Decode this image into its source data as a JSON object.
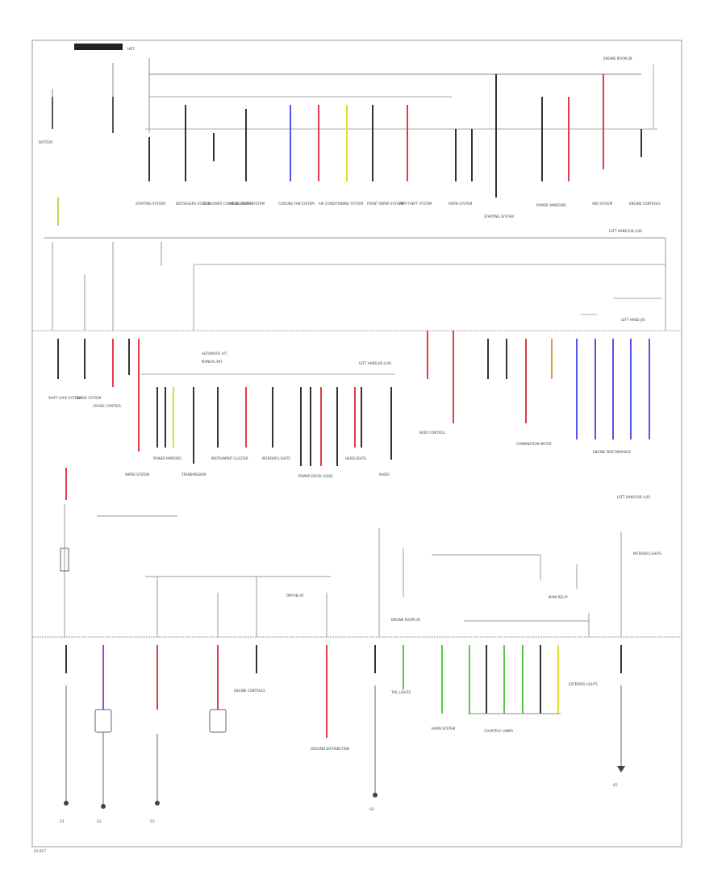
{
  "header": {
    "battery_label": "BATTERY",
    "hot_label": "HOT",
    "top_right_label": "ENGINE ROOM J/B"
  },
  "junction_boxes": {
    "upper_right_label": "LEFT HAND R/B (L/R)",
    "middle_right_label": "LEFT HAND J/B (L/H)",
    "lower_right_label": "LEFT HAND R/B (L/R)"
  },
  "legend": {
    "line1": "AUTOMATIC A/T",
    "line2": "MANUAL M/T"
  },
  "relay_labels": {
    "dim_relay": "DIM RELAY",
    "eng_w_pump": "ENGINE ROOM J/B",
    "main_relay": "MAIN RELAY",
    "right_box_relay": "LEFT HAND J/B"
  },
  "footer": {
    "code": "03-02-T"
  },
  "systems": {
    "row1": [
      "STARTING SYSTEM",
      "DEFOGGERS SYSTEM",
      "EL BLOWER CONTROL SYSTEM",
      "HEADLIGHTS SYSTEM",
      "COOLING FAN SYSTEM",
      "AIR CONDITIONING SYSTEM",
      "FRONT WIPER SYSTEM",
      "ANTI-THEFT SYSTEM",
      "HORN SYSTEM",
      "STARTING SYSTEM",
      "POWER WINDOWS",
      "ABS SYSTEM",
      "ENGINE CONTROLS"
    ],
    "row2": [
      "SHIFT LOCK SYSTEM",
      "AUDIO SYSTEM",
      "CRUISE CONTROL",
      "WIPER SYSTEM",
      "POWER MIRRORS",
      "TRANSMISSION",
      "INSTRUMENT CLUSTER",
      "INTERIOR LIGHTS",
      "POWER DOOR LOCKS",
      "HEADLIGHTS",
      "RADIO",
      "BODY CONTROL",
      "COMBINATION METER",
      "ENGINE PERFORMANCE"
    ],
    "row3": [
      "ENGINE CONTROLS",
      "GROUND DISTRIBUTION",
      "TAIL LIGHTS",
      "HORN SYSTEM",
      "COURTESY LAMPS",
      "EXTERIOR LIGHTS",
      "INTERIOR LIGHTS"
    ],
    "grounds": [
      "G1",
      "G2",
      "G3",
      "G4",
      "G5"
    ]
  },
  "colors": {
    "wire": "#333333",
    "red": "#e33b4a",
    "blue": "#5555ee",
    "green": "#55cc44",
    "yellow": "#dddd33",
    "orange": "#e69a33",
    "purple": "#aa44cc",
    "pink": "#ee6688",
    "gray_box": "#999999"
  }
}
